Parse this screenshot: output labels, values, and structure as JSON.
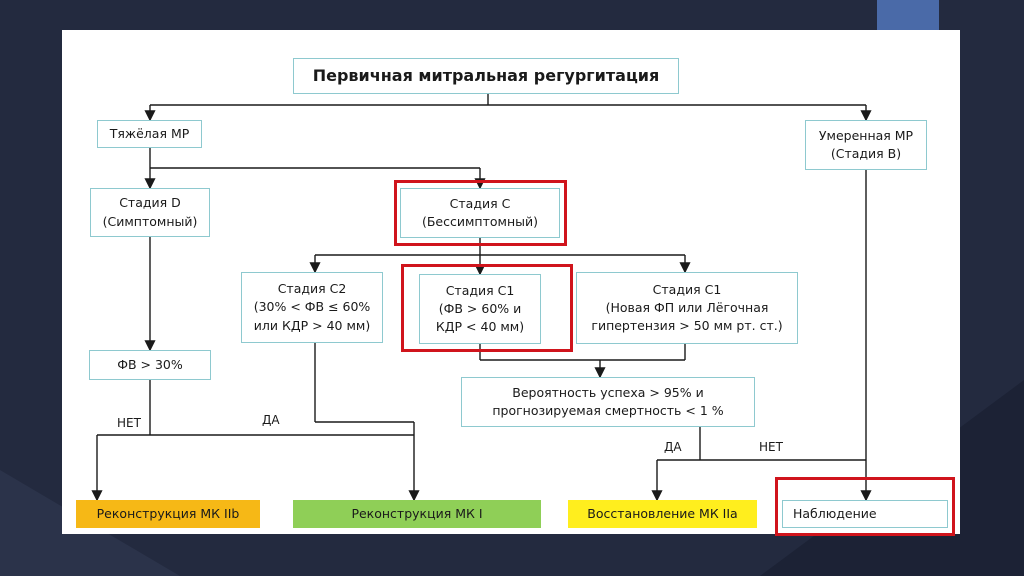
{
  "diagram": {
    "title": "Первичная митральная регургитация",
    "nodes": {
      "severe": "Тяжёлая МР",
      "moderate": "Умеренная МР\n(Стадия B)",
      "stage_d": "Стадия D\n(Симптомный)",
      "stage_c": "Стадия С\n(Бессимптомный)",
      "stage_c2": "Стадия С2\n(30% < ФВ ≤ 60%\nили КДР > 40 мм)",
      "stage_c1_a": "Стадия С1\n(ФВ > 60% и\nКДР < 40 мм)",
      "stage_c1_b": "Стадия С1\n(Новая ФП или Лёгочная\nгипертензия > 50 мм рт. ст.)",
      "ef": "ФВ > 30%",
      "probability": "Вероятность успеха > 95% и\nпрогнозируемая смертность < 1 %"
    },
    "outcomes": {
      "recon_2b": "Реконструкция МК IIb",
      "recon_1": "Реконструкция МК I",
      "repair_2a": "Восстановление МК IIa",
      "observation": "Наблюдение"
    },
    "labels": {
      "no_left": "НЕТ",
      "yes_left": "ДА",
      "yes_right": "ДА",
      "no_right": "НЕТ"
    },
    "colors": {
      "recon_2b": "#f6b816",
      "recon_1": "#8fcf57",
      "repair_2a": "#ffee1e",
      "observation": "#ffffff",
      "highlight": "#d0141c"
    }
  }
}
